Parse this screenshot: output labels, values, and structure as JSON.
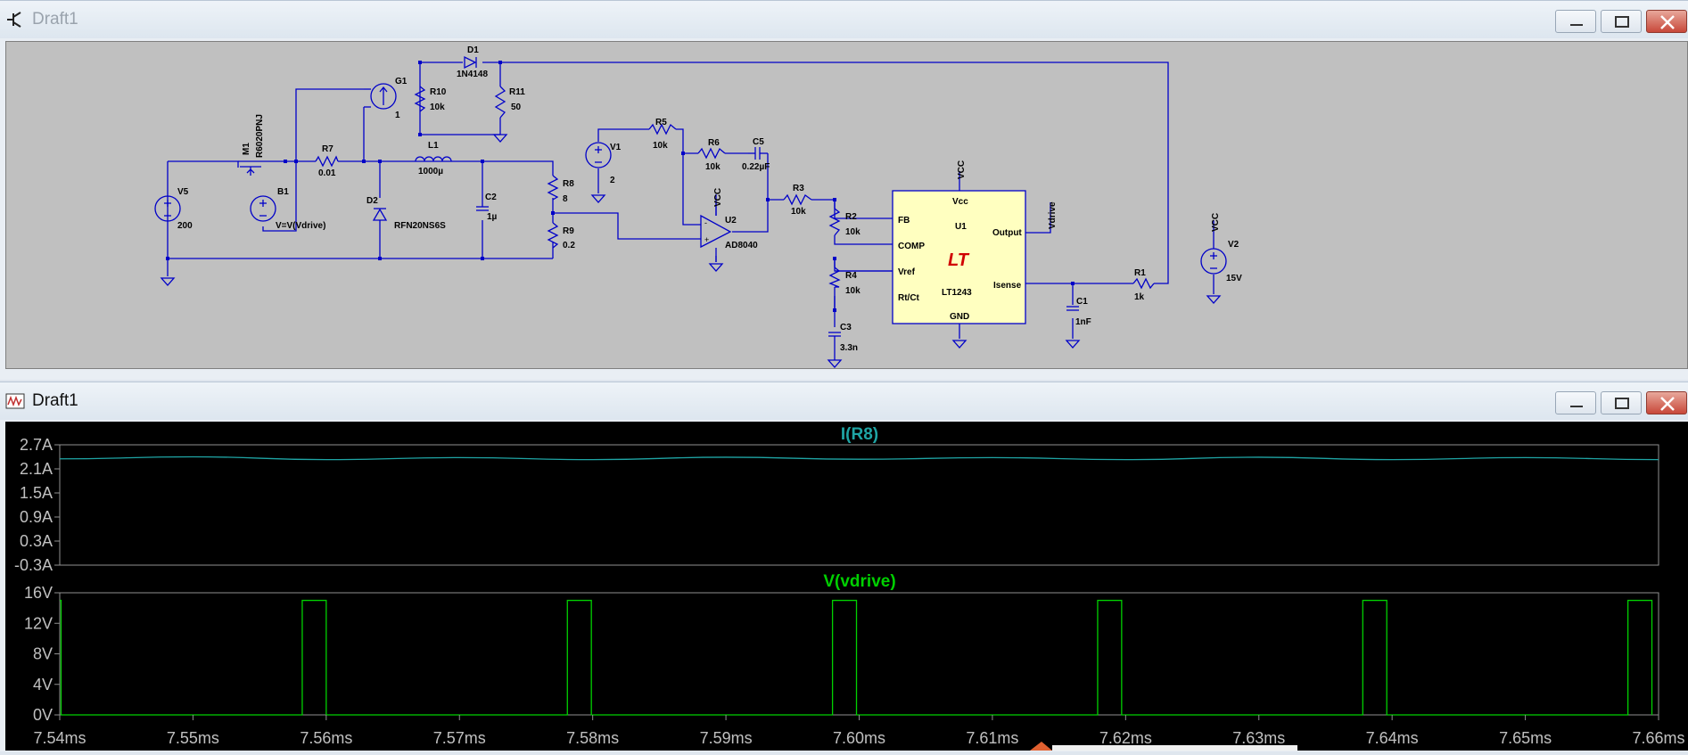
{
  "colors": {
    "wire": "#0000c8",
    "chip": "#ffffc0",
    "trace_current": "#1fa5a5",
    "trace_voltage": "#00d000",
    "close_button": "#c8483a"
  },
  "schematic_window": {
    "title": "Draft1",
    "icon": "schematic-icon",
    "components": {
      "m1_name": "M1",
      "m1_part": "R6020PNJ",
      "v5_name": "V5",
      "v5_value": "200",
      "b1_name": "B1",
      "b1_value": "V=V(Vdrive)",
      "r7_name": "R7",
      "r7_value": "0.01",
      "g1_name": "G1",
      "g1_value": "1",
      "r10_name": "R10",
      "r10_value": "10k",
      "d1_name": "D1",
      "d1_part": "1N4148",
      "r11_name": "R11",
      "r11_value": "50",
      "l1_name": "L1",
      "l1_value": "1000µ",
      "d2_name": "D2",
      "d2_part": "RFN20NS6S",
      "c2_name": "C2",
      "c2_value": "1µ",
      "r8_name": "R8",
      "r8_value": "8",
      "r9_name": "R9",
      "r9_value": "0.2",
      "v1_name": "V1",
      "v1_value": "2",
      "r5_name": "R5",
      "r5_value": "10k",
      "r6_name": "R6",
      "r6_value": "10k",
      "c5_name": "C5",
      "c5_value": "0.22µF",
      "u2_name": "U2",
      "u2_part": "AD8040",
      "u2_vcc": "VCC",
      "r3_name": "R3",
      "r3_value": "10k",
      "r2_name": "R2",
      "r2_value": "10k",
      "r4_name": "R4",
      "r4_value": "10k",
      "c3_name": "C3",
      "c3_value": "3.3n",
      "u1_name": "U1",
      "u1_part": "LT1243",
      "u1_vcc_net": "VCC",
      "u1_pin_vcc": "Vcc",
      "u1_pin_fb": "FB",
      "u1_pin_comp": "COMP",
      "u1_pin_vref": "Vref",
      "u1_pin_rtct": "Rt/Ct",
      "u1_pin_output": "Output",
      "u1_pin_isense": "Isense",
      "u1_pin_gnd": "GND",
      "vdrive_net": "Vdrive",
      "c1_name": "C1",
      "c1_value": "1nF",
      "r1_name": "R1",
      "r1_value": "1k",
      "v2_name": "V2",
      "v2_value": "15V",
      "v2_net": "VCC"
    }
  },
  "waveform_window": {
    "title": "Draft1",
    "icon": "waveform-icon",
    "plots": [
      {
        "trace": "I(R8)",
        "y_ticks": [
          "2.7A",
          "2.1A",
          "1.5A",
          "0.9A",
          "0.3A",
          "-0.3A"
        ],
        "ylim": [
          -0.3,
          2.7
        ]
      },
      {
        "trace": "V(vdrive)",
        "y_ticks": [
          "16V",
          "12V",
          "8V",
          "4V",
          "0V"
        ],
        "ylim": [
          0,
          16
        ]
      }
    ],
    "x_ticks": [
      "7.54ms",
      "7.55ms",
      "7.56ms",
      "7.57ms",
      "7.58ms",
      "7.59ms",
      "7.60ms",
      "7.61ms",
      "7.62ms",
      "7.63ms",
      "7.64ms",
      "7.65ms",
      "7.66ms"
    ]
  },
  "chart_data": [
    {
      "type": "line",
      "title": "I(R8)",
      "xlabel": "",
      "ylabel": "",
      "xlim": [
        7.54,
        7.66
      ],
      "ylim": [
        -0.3,
        2.7
      ],
      "grid": false,
      "series": [
        {
          "name": "I(R8)",
          "x": [
            7.54,
            7.55,
            7.56,
            7.57,
            7.58,
            7.59,
            7.6,
            7.61,
            7.62,
            7.63,
            7.64,
            7.65,
            7.66
          ],
          "y": [
            2.35,
            2.4,
            2.33,
            2.38,
            2.33,
            2.39,
            2.34,
            2.38,
            2.33,
            2.39,
            2.33,
            2.38,
            2.33
          ]
        }
      ]
    },
    {
      "type": "line",
      "title": "V(vdrive)",
      "xlabel": "",
      "ylabel": "",
      "xlim": [
        7.54,
        7.66
      ],
      "ylim": [
        0,
        16
      ],
      "grid": false,
      "series": [
        {
          "name": "V(vdrive)",
          "x": [
            7.54,
            7.5401,
            7.5401,
            7.5582,
            7.5582,
            7.56,
            7.56,
            7.5781,
            7.5781,
            7.5799,
            7.5799,
            7.598,
            7.598,
            7.5998,
            7.5998,
            7.6179,
            7.6179,
            7.6197,
            7.6197,
            7.6378,
            7.6378,
            7.6396,
            7.6396,
            7.6577,
            7.6577,
            7.6595,
            7.6595
          ],
          "y": [
            15,
            15,
            0,
            0,
            15,
            15,
            0,
            0,
            15,
            15,
            0,
            0,
            15,
            15,
            0,
            0,
            15,
            15,
            0,
            0,
            15,
            15,
            0,
            0,
            15,
            15,
            0
          ]
        }
      ]
    }
  ]
}
